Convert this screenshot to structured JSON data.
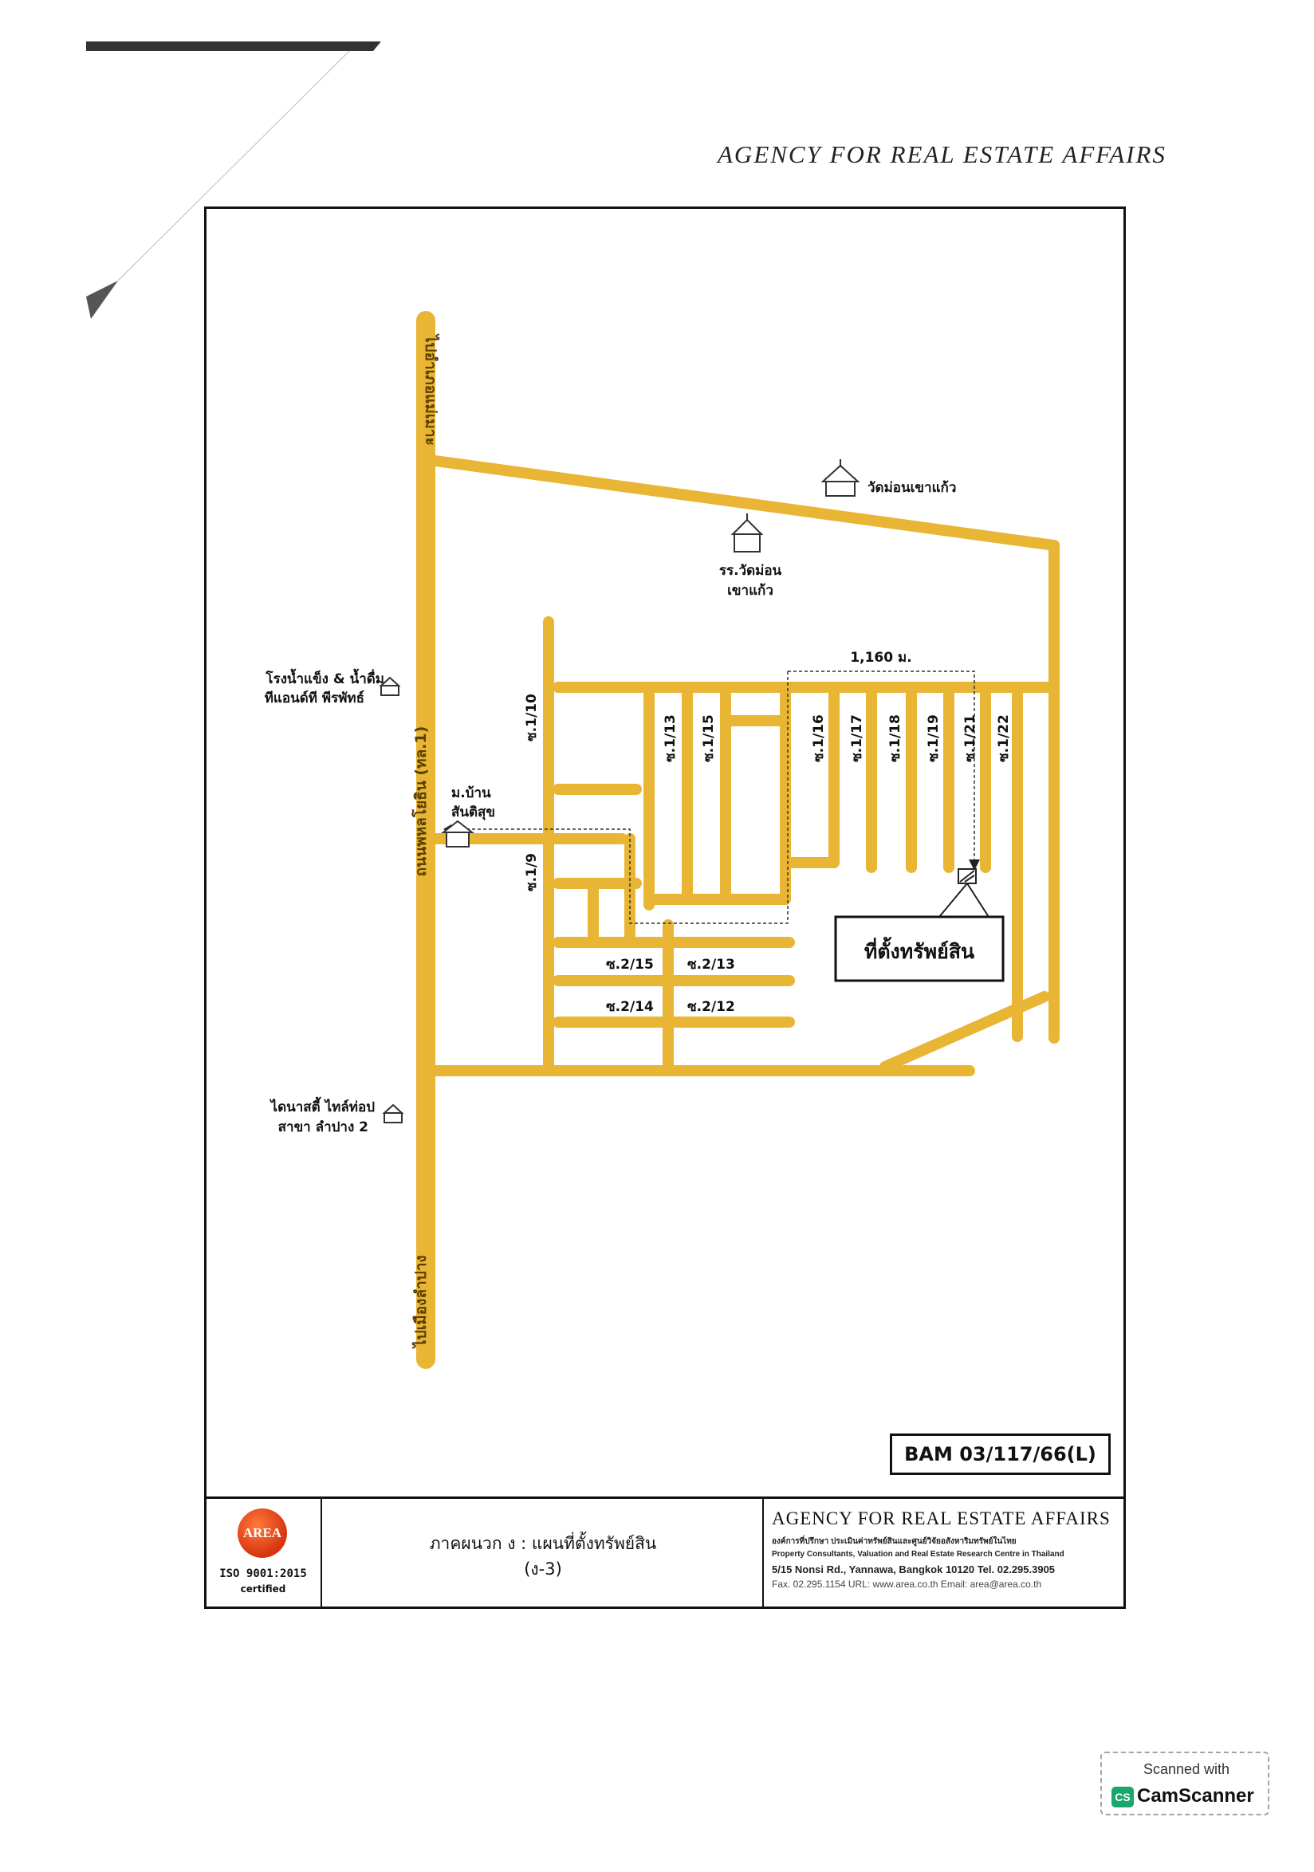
{
  "header": {
    "agency_title": "AGENCY FOR REAL ESTATE AFFAIRS"
  },
  "map": {
    "main_road_label": "ถนนพหลโยธิน (ทล.1)",
    "north_direction": "ไปอำเภอแม่เมาะ",
    "south_direction": "ไปเมืองลำปาง",
    "distance_label": "1,160 ม.",
    "subject_label": "ที่ตั้งทรัพย์สิน",
    "landmarks": {
      "temple": "วัดม่อนเขาแก้ว",
      "school_line1": "รร.วัดม่อน",
      "school_line2": "เขาแก้ว",
      "ice_factory_line1": "โรงน้ำแข็ง & น้ำดื่ม",
      "ice_factory_line2": "ทีแอนด์ที พีรพัทธ์",
      "village_line1": "ม.บ้าน",
      "village_line2": "สันติสุข",
      "tile_shop_line1": "ไดนาสตี้ ไทล์ท่อป",
      "tile_shop_line2": "สาขา ลำปาง 2"
    },
    "soi_labels": {
      "s1_10": "ซ.1/10",
      "s1_9": "ซ.1/9",
      "s1_13": "ซ.1/13",
      "s1_15": "ซ.1/15",
      "s1_16": "ซ.1/16",
      "s1_17": "ซ.1/17",
      "s1_18": "ซ.1/18",
      "s1_19": "ซ.1/19",
      "s1_21": "ซ.1/21",
      "s1_22": "ซ.1/22",
      "s2_15": "ซ.2/15",
      "s2_13": "ซ.2/13",
      "s2_14": "ซ.2/14",
      "s2_12": "ซ.2/12"
    },
    "colors": {
      "road": "#e8b634",
      "road_edge": "#c9951c"
    }
  },
  "case_number": "BAM 03/117/66(L)",
  "footer": {
    "logo_text": "AREA",
    "iso_text": "ISO 9001:2015",
    "certified": "certified",
    "title_line1": "ภาคผนวก ง : แผนที่ตั้งทรัพย์สิน",
    "title_line2": "(ง-3)",
    "agency_name": "AGENCY FOR REAL ESTATE AFFAIRS",
    "fine_line1": "องค์การที่ปรึกษา ประเมินค่าทรัพย์สินและศูนย์วิจัยอสังหาริมทรัพย์ในไทย",
    "fine_line2": "Property Consultants, Valuation and Real Estate Research Centre in Thailand",
    "fine_line3": "5/15 Nonsi Rd., Yannawa, Bangkok 10120 Tel. 02.295.3905",
    "fine_line4": "Fax. 02.295.1154  URL: www.area.co.th  Email: area@area.co.th"
  },
  "camscanner": {
    "line1": "Scanned with",
    "line2": "CamScanner",
    "icon": "CS"
  }
}
